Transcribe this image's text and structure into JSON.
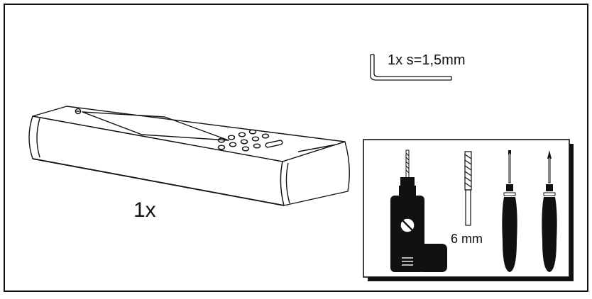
{
  "diagram": {
    "device_quantity": "1x",
    "hex_key_label": "1x s=1,5mm",
    "drill_bit_size": "6 mm",
    "icons": [
      "frame-outline",
      "device-unit",
      "hex-key-icon",
      "tool-panel",
      "power-drill-icon",
      "drill-bit-icon",
      "flat-screwdriver-icon",
      "phillips-screwdriver-icon"
    ],
    "colors": {
      "ink": "#111111",
      "paper": "#ffffff"
    }
  }
}
